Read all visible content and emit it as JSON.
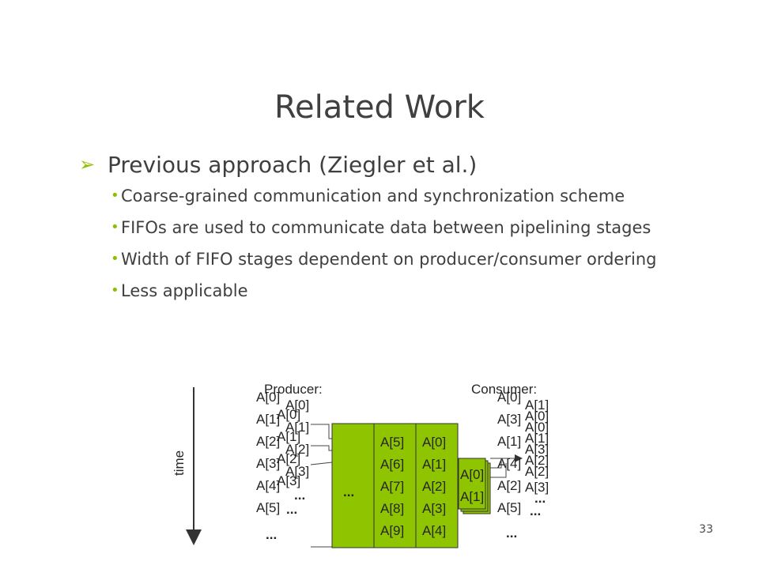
{
  "slide": {
    "title": "Related Work",
    "main_bullet": "Previous approach (Ziegler et al.)",
    "sub_bullets": [
      "Coarse-grained communication and synchronization scheme",
      "FIFOs are used to communicate data between pipelining stages",
      "Width of FIFO stages dependent on producer/consumer ordering",
      "Less applicable"
    ],
    "page_number": "33"
  },
  "diagram": {
    "time_label": "time",
    "producer_label": "Producer:",
    "consumer_label": "Consumer:",
    "producer_col1": [
      "A[0]",
      "A[1]",
      "A[2]",
      "A[3]",
      "A[4]",
      "A[5]"
    ],
    "producer_col2": [
      "A[0]",
      "A[1]",
      "A[2]",
      "A[3]"
    ],
    "producer_col3": [
      "A[0]",
      "A[1]",
      "A[2]",
      "A[3]"
    ],
    "producer_dots": [
      "...",
      "...",
      "..."
    ],
    "fifo_dots": "...",
    "fifo_col_a": [
      "A[5]",
      "A[6]",
      "A[7]",
      "A[8]",
      "A[9]"
    ],
    "fifo_col_b": [
      "A[0]",
      "A[1]",
      "A[2]",
      "A[3]",
      "A[4]"
    ],
    "fifo_back": [
      "A[0]",
      "A[1]"
    ],
    "consumer_col1": [
      "A[0]",
      "A[3]",
      "A[1]",
      "A[4]",
      "A[2]",
      "A[5]"
    ],
    "consumer_col2": [
      "A[1]",
      "A[0]",
      "A[1]",
      "A[2]",
      "A[3]"
    ],
    "consumer_col3": [
      "A[0]",
      "A[3]",
      "A[2]"
    ],
    "consumer_dots": [
      "...",
      "...",
      "..."
    ],
    "colors": {
      "fifo_green": "#8fc400",
      "bullet_green": "#8fbf00"
    }
  }
}
